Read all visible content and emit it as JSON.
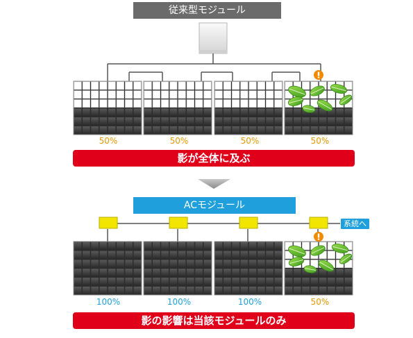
{
  "top_title": "従来型モジュール",
  "top_percentages": [
    "50%",
    "50%",
    "50%",
    "50%"
  ],
  "top_message": "影が全体に及ぶ",
  "bottom_title": "ACモジュール",
  "grid_label": "系統へ",
  "bottom_percentages": [
    "100%",
    "100%",
    "100%",
    "50%"
  ],
  "bottom_message": "影の影響は当該モジュールのみ",
  "icons": [
    "arrow-down-icon",
    "warning-icon",
    "leaf-icon"
  ],
  "colors": {
    "gray_title": "#6b6b6b",
    "blue_title": "#1fa0dc",
    "red_bar": "#e0001a",
    "percent_orange": "#e79a00",
    "percent_blue": "#1fa0dc",
    "connector_yellow": "#f2e600",
    "warning_orange": "#f08a00",
    "leaf_green": "#6cbf2c"
  }
}
